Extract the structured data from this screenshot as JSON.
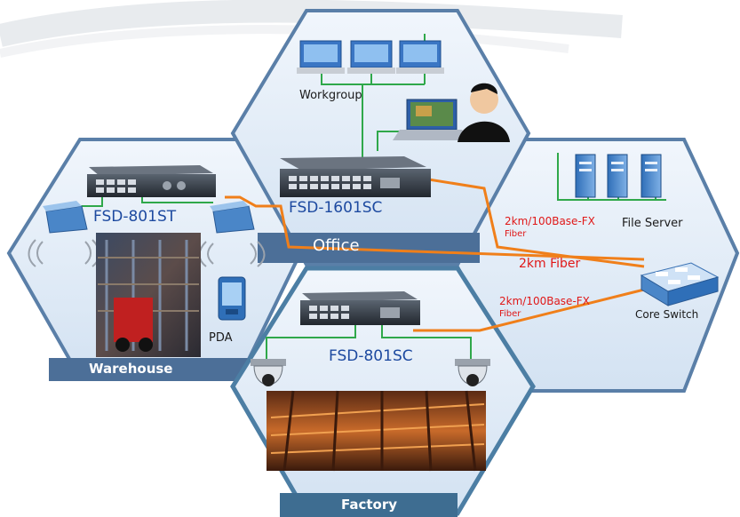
{
  "zones": {
    "warehouse": "Warehouse",
    "office": "Office",
    "factory": "Factory"
  },
  "devices": {
    "fsd801st": "FSD-801ST",
    "fsd1601sc": "FSD-1601SC",
    "fsd801sc": "FSD-801SC",
    "workgroup": "Workgroup",
    "file_server": "File Server",
    "core_switch": "Core Switch",
    "pda": "PDA"
  },
  "links": {
    "office_fiber_line1": "2km/100Base-FX",
    "office_fiber_line2": "Fiber",
    "warehouse_fiber": "2km Fiber",
    "factory_fiber_line1": "2km/100Base-FX",
    "factory_fiber_line2": "Fiber"
  },
  "colors": {
    "hex_fill": "#dde9f5",
    "hex_border": "#5a7fa8",
    "band": "#4c6f98",
    "fiber": "#f07f1a",
    "utp": "#2fa84a",
    "label_blue": "#1d4aa0",
    "label_red": "#e01818"
  }
}
